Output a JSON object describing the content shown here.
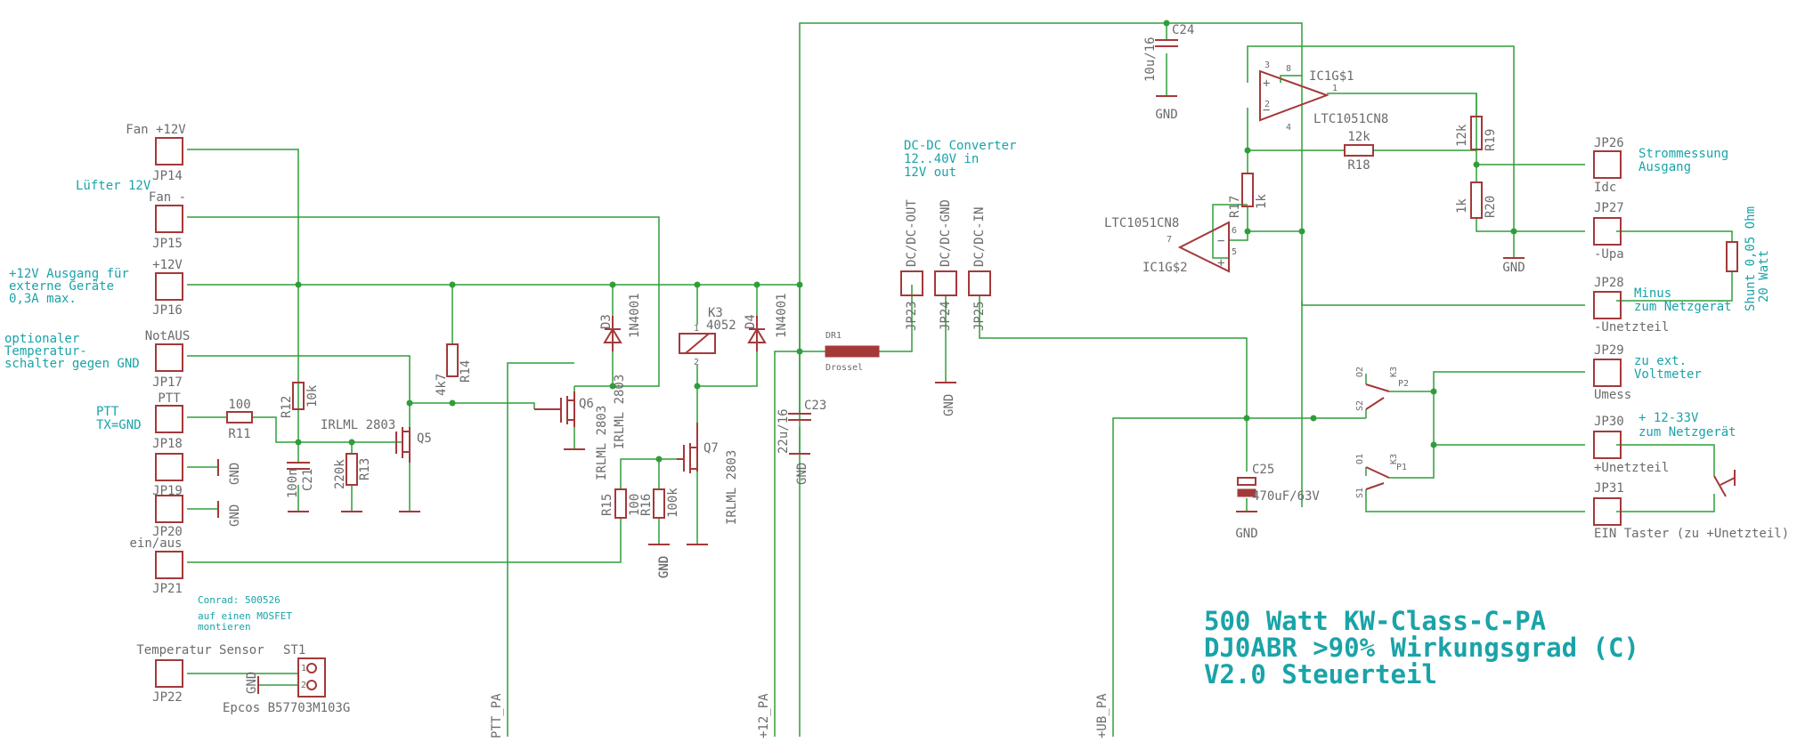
{
  "title": {
    "line1": "500 Watt KW-Class-C-PA",
    "line2": "DJ0ABR      >90% Wirkungsgrad (C)",
    "line3": "V2.0   Steuerteil"
  },
  "connectors": [
    {
      "id": "JP14",
      "label": "Fan +12V"
    },
    {
      "id": "JP15",
      "label": "Fan -"
    },
    {
      "id": "JP16",
      "label": "+12V"
    },
    {
      "id": "JP17",
      "label": "NotAUS"
    },
    {
      "id": "JP18",
      "label": "PTT"
    },
    {
      "id": "JP19",
      "label": ""
    },
    {
      "id": "JP20",
      "label": ""
    },
    {
      "id": "JP21",
      "label": "ein/aus"
    },
    {
      "id": "JP22",
      "label": "Temperatur Sensor"
    },
    {
      "id": "JP23",
      "label": "DC/DC-OUT"
    },
    {
      "id": "JP24",
      "label": "DC/DC-GND"
    },
    {
      "id": "JP25",
      "label": "DC/DC-IN"
    },
    {
      "id": "JP26",
      "label": "Idc"
    },
    {
      "id": "JP27",
      "label": "-Upa"
    },
    {
      "id": "JP28",
      "label": "-Unetzteil"
    },
    {
      "id": "JP29",
      "label": "Umess"
    },
    {
      "id": "JP30",
      "label": "+Unetzteil"
    },
    {
      "id": "JP31",
      "label": "EIN Taster (zu +Unetzteil)"
    }
  ],
  "notes": {
    "luefter": "Lüfter 12V",
    "ausgang1": "+12V Ausgang für",
    "ausgang2": "externe Geräte",
    "ausgang3": "0,3A max.",
    "opt1": "optionaler",
    "opt2": "Temperatur-",
    "opt3": "schalter gegen GND",
    "ptt1": "PTT",
    "ptt2": "TX=GND",
    "conrad1": "Conrad: 500526",
    "conrad2": "auf einen MOSFET",
    "conrad3": "montieren",
    "dcdc1": "DC-DC Converter",
    "dcdc2": "12..40V in",
    "dcdc3": "12V out",
    "strom1": "Strommessung",
    "strom2": "Ausgang",
    "minus1": "Minus",
    "minus2": "zum Netzgerät",
    "shunt1": "Shunt 0,05 Ohm",
    "shunt2": "20 Watt",
    "volt1": "zu ext.",
    "volt2": "Voltmeter",
    "netz1": "+ 12-33V",
    "netz2": "zum Netzgerät"
  },
  "components": {
    "R11": {
      "name": "R11",
      "value": "100"
    },
    "R12": {
      "name": "R12",
      "value": "10k"
    },
    "R13": {
      "name": "R13",
      "value": "220k"
    },
    "R14": {
      "name": "R14",
      "value": "4k7"
    },
    "R15": {
      "name": "R15",
      "value": "100"
    },
    "R16": {
      "name": "R16",
      "value": "100k"
    },
    "R17": {
      "name": "R17",
      "value": "1k"
    },
    "R18": {
      "name": "R18",
      "value": "12k"
    },
    "R19": {
      "name": "R19",
      "value": "12k"
    },
    "R20": {
      "name": "R20",
      "value": "1k"
    },
    "C21": {
      "name": "C21",
      "value": "100n"
    },
    "C23": {
      "name": "C23",
      "value": "22u/16"
    },
    "C24": {
      "name": "C24",
      "value": "10u/16"
    },
    "C25": {
      "name": "C25",
      "value": "470uF/63V"
    },
    "Q5": {
      "name": "Q5",
      "value": "IRLML 2803"
    },
    "Q6": {
      "name": "Q6",
      "value": "IRLML 2803"
    },
    "Q7": {
      "name": "Q7",
      "value": "IRLML 2803"
    },
    "D3": {
      "name": "D3",
      "value": "1N4001"
    },
    "D4": {
      "name": "D4",
      "value": "1N4001"
    },
    "K3": {
      "name": "K3",
      "value": "4052"
    },
    "DR1": {
      "name": "DR1",
      "value": "Drossel"
    },
    "IC1A": {
      "name": "IC1G$1",
      "value": "LTC1051CN8"
    },
    "IC1B": {
      "name": "IC1G$2",
      "value": "LTC1051CN8"
    },
    "ST1": {
      "name": "ST1",
      "value": "Epcos B57703M103G"
    }
  },
  "nets": {
    "ptt_pa": "PTT_PA",
    "p12_pa": "+12_PA",
    "ub_pa": "+UB_PA",
    "gnd": "GND"
  },
  "relay_pins": [
    "O2",
    "K3",
    "P2",
    "S2",
    "O1",
    "K3",
    "P1",
    "S1"
  ],
  "pins": {
    "ic_a_plus": "3",
    "ic_a_minus": "2",
    "ic_a_out": "1",
    "ic_a_v8": "8",
    "ic_a_v4": "4",
    "ic_b_plus": "5",
    "ic_b_minus": "6",
    "ic_b_out": "7",
    "relay_1": "1",
    "relay_2": "2",
    "st_1": "1",
    "st_2": "2"
  },
  "colors": {
    "wire": "#2f9e3a",
    "part": "#a4393a",
    "text": "#1aa3a8",
    "label": "#6b6b6b"
  }
}
